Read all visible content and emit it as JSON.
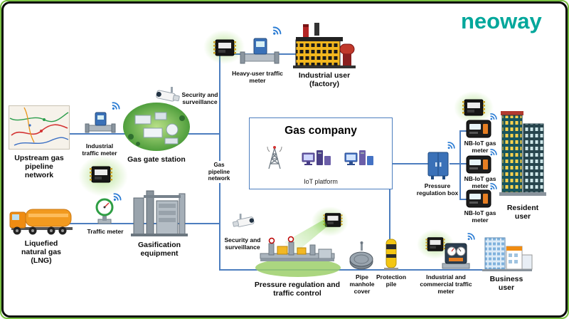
{
  "brand": {
    "logo_text": "neoway",
    "color": "#00a79b"
  },
  "colors": {
    "line_blue": "#4d7ebf",
    "frame_green": "#7ac143",
    "signal_green": "#6fc832",
    "wifi_blue": "#2b7cd3"
  },
  "company": {
    "title": "Gas company",
    "platform": "IoT platform"
  },
  "nodes": {
    "upstream": {
      "label": "Upstream gas pipeline network"
    },
    "industrial_meter": {
      "label": "Industrial traffic meter"
    },
    "gas_gate_station": {
      "label": "Gas gate station"
    },
    "security_1": {
      "label": "Security and surveillance"
    },
    "heavy_meter": {
      "label": "Heavy-user traffic meter"
    },
    "factory": {
      "label": "Industrial user (factory)"
    },
    "pipeline": {
      "label": "Gas pipeline network"
    },
    "lng": {
      "label": "Liquefied natural gas (LNG)"
    },
    "traffic_meter": {
      "label": "Traffic meter"
    },
    "gasification": {
      "label": "Gasification equipment"
    },
    "security_2": {
      "label": "Security and surveillance"
    },
    "pressure_control": {
      "label": "Pressure regulation and traffic control"
    },
    "manhole": {
      "label": "Pipe manhole cover"
    },
    "pile": {
      "label": "Protection pile"
    },
    "pressure_box": {
      "label": "Pressure regulation box"
    },
    "nb_meter_1": {
      "label": "NB-IoT gas meter"
    },
    "nb_meter_2": {
      "label": "NB-IoT gas meter"
    },
    "nb_meter_3": {
      "label": "NB-IoT gas meter"
    },
    "resident": {
      "label": "Resident user"
    },
    "ind_comm_meter": {
      "label": "Industrial and commercial traffic meter"
    },
    "business": {
      "label": "Business user"
    }
  }
}
